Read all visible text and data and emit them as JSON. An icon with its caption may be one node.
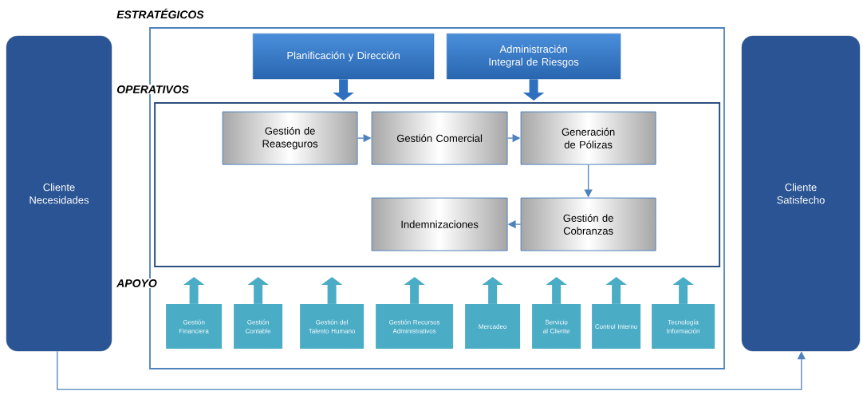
{
  "diagram": {
    "nodes": [
      {
        "text": [
          "Cliente Necesidades"
        ]
      },
      {
        "text": [
          "ESTRATÉGICOS"
        ]
      },
      {
        "text": [
          "Planificación y Dirección"
        ],
        "in": 1
      },
      {
        "text": [
          "Administración Integral de Riesgos"
        ],
        "in": 1
      },
      {
        "text": [
          "OPERATIVOS"
        ],
        "in": 1
      },
      {
        "text": [
          "Gestión de Reaseguros"
        ],
        "in": 4
      },
      {
        "text": [
          "Gestión Comercial"
        ],
        "in": 4
      },
      {
        "text": [
          "Generación de Pólizas"
        ],
        "in": 4
      },
      {
        "text": [
          "Indemnizaciones"
        ],
        "in": 4
      },
      {
        "text": [
          "Gestión de Cobranzas"
        ],
        "in": 4
      },
      {
        "text": [
          "Gestión Financiera"
        ],
        "in": 1
      },
      {
        "text": [
          "Gestión Contable"
        ],
        "in": 1
      },
      {
        "text": [
          "Gestión del Talento Humano"
        ],
        "in": 1
      },
      {
        "text": [
          "Gestión Recursos Administrativos"
        ],
        "in": 1
      },
      {
        "text": [
          "Mercadeo"
        ],
        "in": 1
      },
      {
        "text": [
          "Servicio al Cliente"
        ],
        "in": 1
      },
      {
        "text": [
          "Control Interno"
        ],
        "in": 1
      },
      {
        "text": [
          "Tecnología Información"
        ],
        "in": 1
      },
      {
        "text": [
          "Cliente Satisfecho"
        ]
      }
    ],
    "edges": [
      {
        "from": 2,
        "to": 4,
        "arrow": "to",
        "color": "#2f6fbf"
      },
      {
        "from": 3,
        "to": 4,
        "arrow": "to",
        "color": "#2f6fbf"
      },
      {
        "from": 5,
        "to": 6,
        "arrow": "to",
        "color": "#4f81bd"
      },
      {
        "from": 6,
        "to": 7,
        "arrow": "to",
        "color": "#4f81bd"
      },
      {
        "from": 7,
        "to": 9,
        "arrow": "to",
        "color": "#4f81bd"
      },
      {
        "from": 9,
        "to": 8,
        "arrow": "to",
        "color": "#4f81bd"
      },
      {
        "from": 10,
        "to": 4,
        "arrow": "to"
      },
      {
        "from": 11,
        "to": 4,
        "arrow": "to"
      },
      {
        "from": 12,
        "to": 4,
        "arrow": "to"
      },
      {
        "from": 13,
        "to": 4,
        "arrow": "to"
      },
      {
        "from": 14,
        "to": 4,
        "arrow": "to"
      },
      {
        "from": 15,
        "to": 4,
        "arrow": "to"
      },
      {
        "from": 16,
        "to": 4,
        "arrow": "to"
      },
      {
        "from": 17,
        "to": 4,
        "arrow": "to"
      },
      {
        "from": 0,
        "to": 18,
        "arrow": "to",
        "color": "#4f81bd"
      }
    ],
    "labels": [
      "APOYO"
    ]
  }
}
